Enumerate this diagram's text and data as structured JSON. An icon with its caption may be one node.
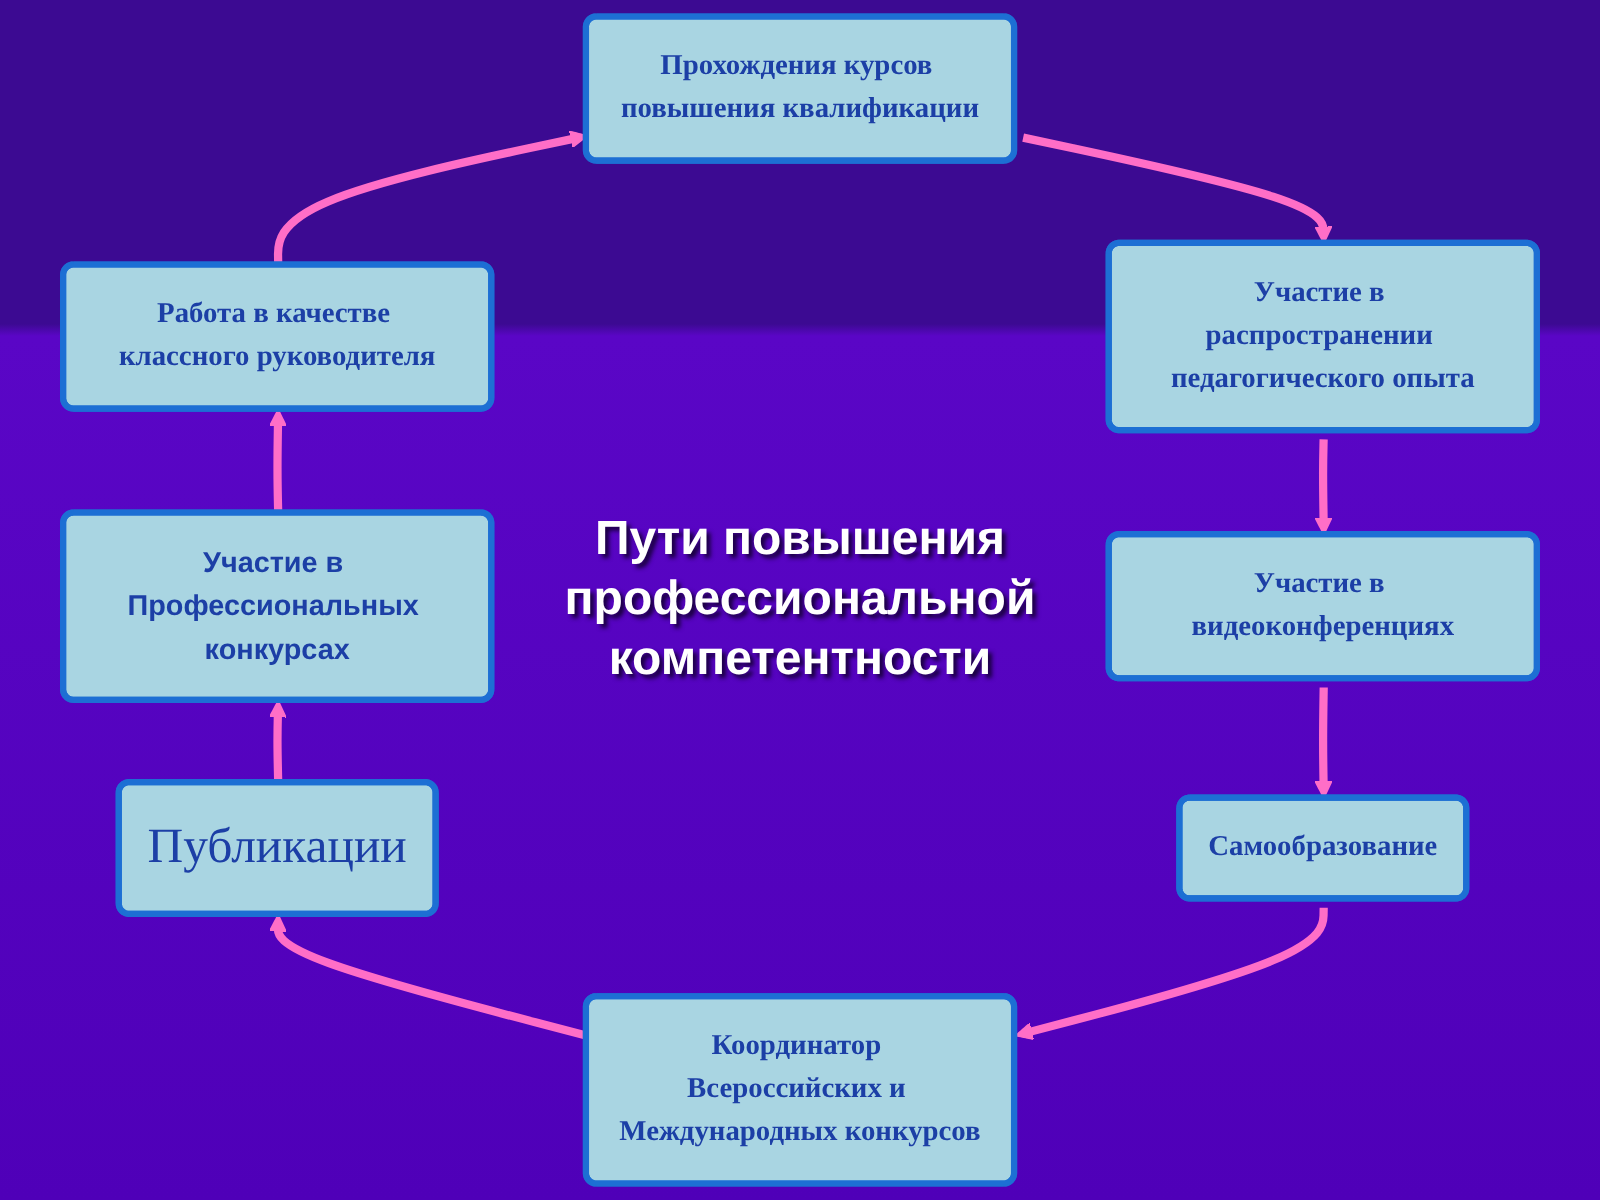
{
  "diagram": {
    "title": "Пути повышения профессиональной компетентности",
    "nodes": [
      {
        "text": [
          "Работа в качестве классного руководителя"
        ]
      },
      {
        "text": [
          "Прохождения курсов повышения квалификации"
        ]
      },
      {
        "text": [
          "Участие в распространении педагогического опыта"
        ]
      },
      {
        "text": [
          "Участие в видеоконференциях"
        ]
      },
      {
        "text": [
          "Самообразование"
        ]
      },
      {
        "text": [
          "Координатор Всероссийских и Международных конкурсов"
        ]
      },
      {
        "text": [
          "Публикации"
        ]
      },
      {
        "text": [
          "Участие в Профессиональных конкурсах"
        ]
      }
    ],
    "edges": [
      {
        "from": 0,
        "to": 1,
        "arrow": "to"
      },
      {
        "from": 1,
        "to": 2,
        "arrow": "to"
      },
      {
        "from": 2,
        "to": 3,
        "arrow": "to"
      },
      {
        "from": 3,
        "to": 4,
        "arrow": "to"
      },
      {
        "from": 4,
        "to": 5,
        "arrow": "to"
      },
      {
        "from": 5,
        "to": 6,
        "arrow": "to"
      },
      {
        "from": 6,
        "to": 7,
        "arrow": "to"
      },
      {
        "from": 7,
        "to": 0,
        "arrow": "to"
      }
    ]
  }
}
